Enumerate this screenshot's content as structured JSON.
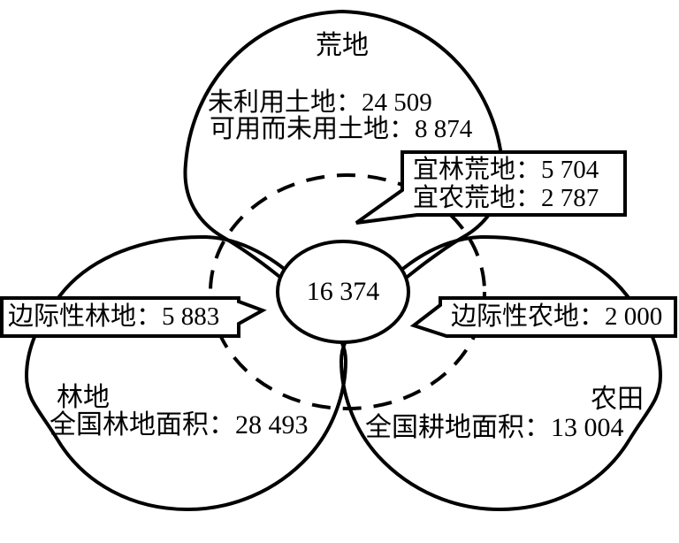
{
  "diagram": {
    "colors": {
      "line": "#000000",
      "background": "#ffffff"
    },
    "top_circle": {
      "label": "荒地",
      "line1": "未利用土地：24 509",
      "line2": "可用而未用土地：8 874"
    },
    "left_circle": {
      "label": "林地",
      "line1": "全国林地面积：28 493"
    },
    "right_circle": {
      "label": "农田",
      "line1": "全国耕地面积：13 004"
    },
    "center": {
      "value": "16 374"
    },
    "callout_top": {
      "line1": "宜林荒地：5 704",
      "line2": "宜农荒地：2 787"
    },
    "callout_left": {
      "line1": "边际性林地：5 883"
    },
    "callout_right": {
      "line1": "边际性农地：2 000"
    }
  }
}
